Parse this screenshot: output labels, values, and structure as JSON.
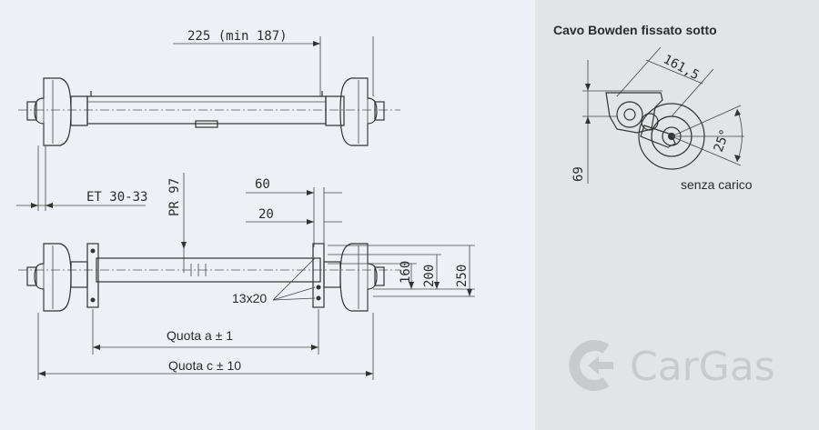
{
  "colors": {
    "left_bg": "#eef0f6",
    "right_bg": "#e3e4e6",
    "line": "#333333",
    "logo": "#c8cacc"
  },
  "top_view": {
    "dim_225": "225 (min 187)",
    "dim_et": "ET 30-33"
  },
  "bottom_view": {
    "dim_pr": "PR 97",
    "dim_60": "60",
    "dim_20": "20",
    "dim_160": "160",
    "dim_200": "200",
    "dim_250": "250",
    "bolt": "13x20",
    "quota_a": "Quota a ± 1",
    "quota_c": "Quota c ± 10"
  },
  "side_view": {
    "title": "Cavo Bowden fissato sotto",
    "dim_161": "161,5",
    "dim_69": "69",
    "angle": "25°",
    "caption": "senza carico"
  },
  "logo": {
    "text": "CarGas",
    "icon": "cargas-logo-icon"
  }
}
